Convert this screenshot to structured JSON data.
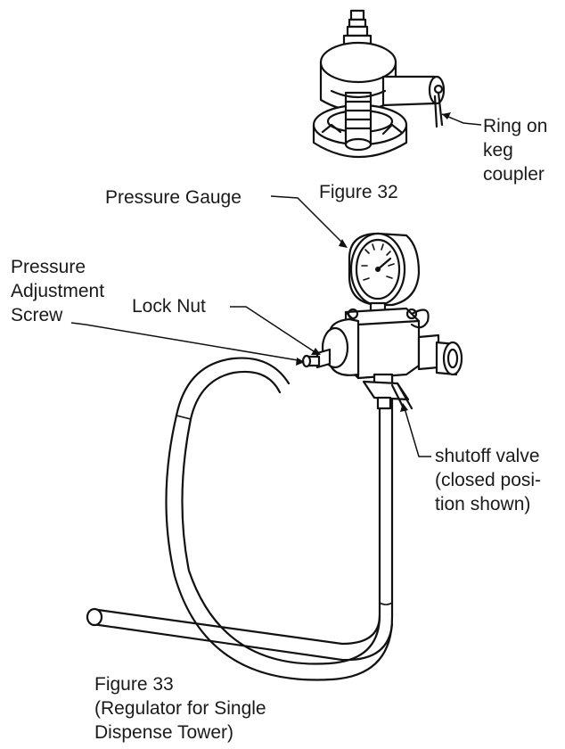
{
  "figure32": {
    "caption": "Figure 32",
    "ring_label": "Ring on\nkeg\ncoupler"
  },
  "figure33": {
    "caption": "Figure 33\n(Regulator for Single\nDispense Tower)",
    "pressure_gauge": "Pressure Gauge",
    "adjustment_screw": "Pressure\nAdjustment\nScrew",
    "lock_nut": "Lock Nut",
    "shutoff_valve": "shutoff valve\n(closed posi-\ntion shown)"
  }
}
